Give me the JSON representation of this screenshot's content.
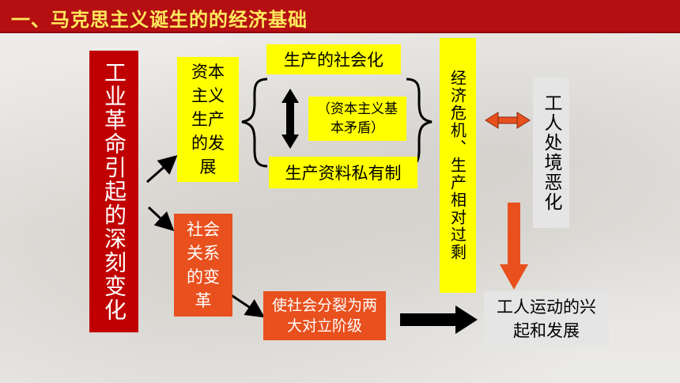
{
  "header": {
    "title": "一、马克思主义诞生的的经济基础"
  },
  "nodes": {
    "industrial_revolution": "工业革命引起的深刻变化",
    "capitalist_production": "资本主义生产的发展",
    "socialized_production": "生产的社会化",
    "basic_contradiction": "（资本主义基本矛盾）",
    "private_ownership": "生产资料私有制",
    "economic_crisis": "经济危机、生产相对过剩",
    "workers_condition": "工人处境恶化",
    "social_relations": "社会关系的变革",
    "society_split": "使社会分裂为两大对立阶级",
    "workers_movement": "工人运动的兴起和发展"
  },
  "colors": {
    "header_bg": "#b50f12",
    "header_text": "#ffe95c",
    "yellow": "#ffff00",
    "red": "#c00000",
    "orange": "#e8501e",
    "grey": "#e5e5e5"
  }
}
